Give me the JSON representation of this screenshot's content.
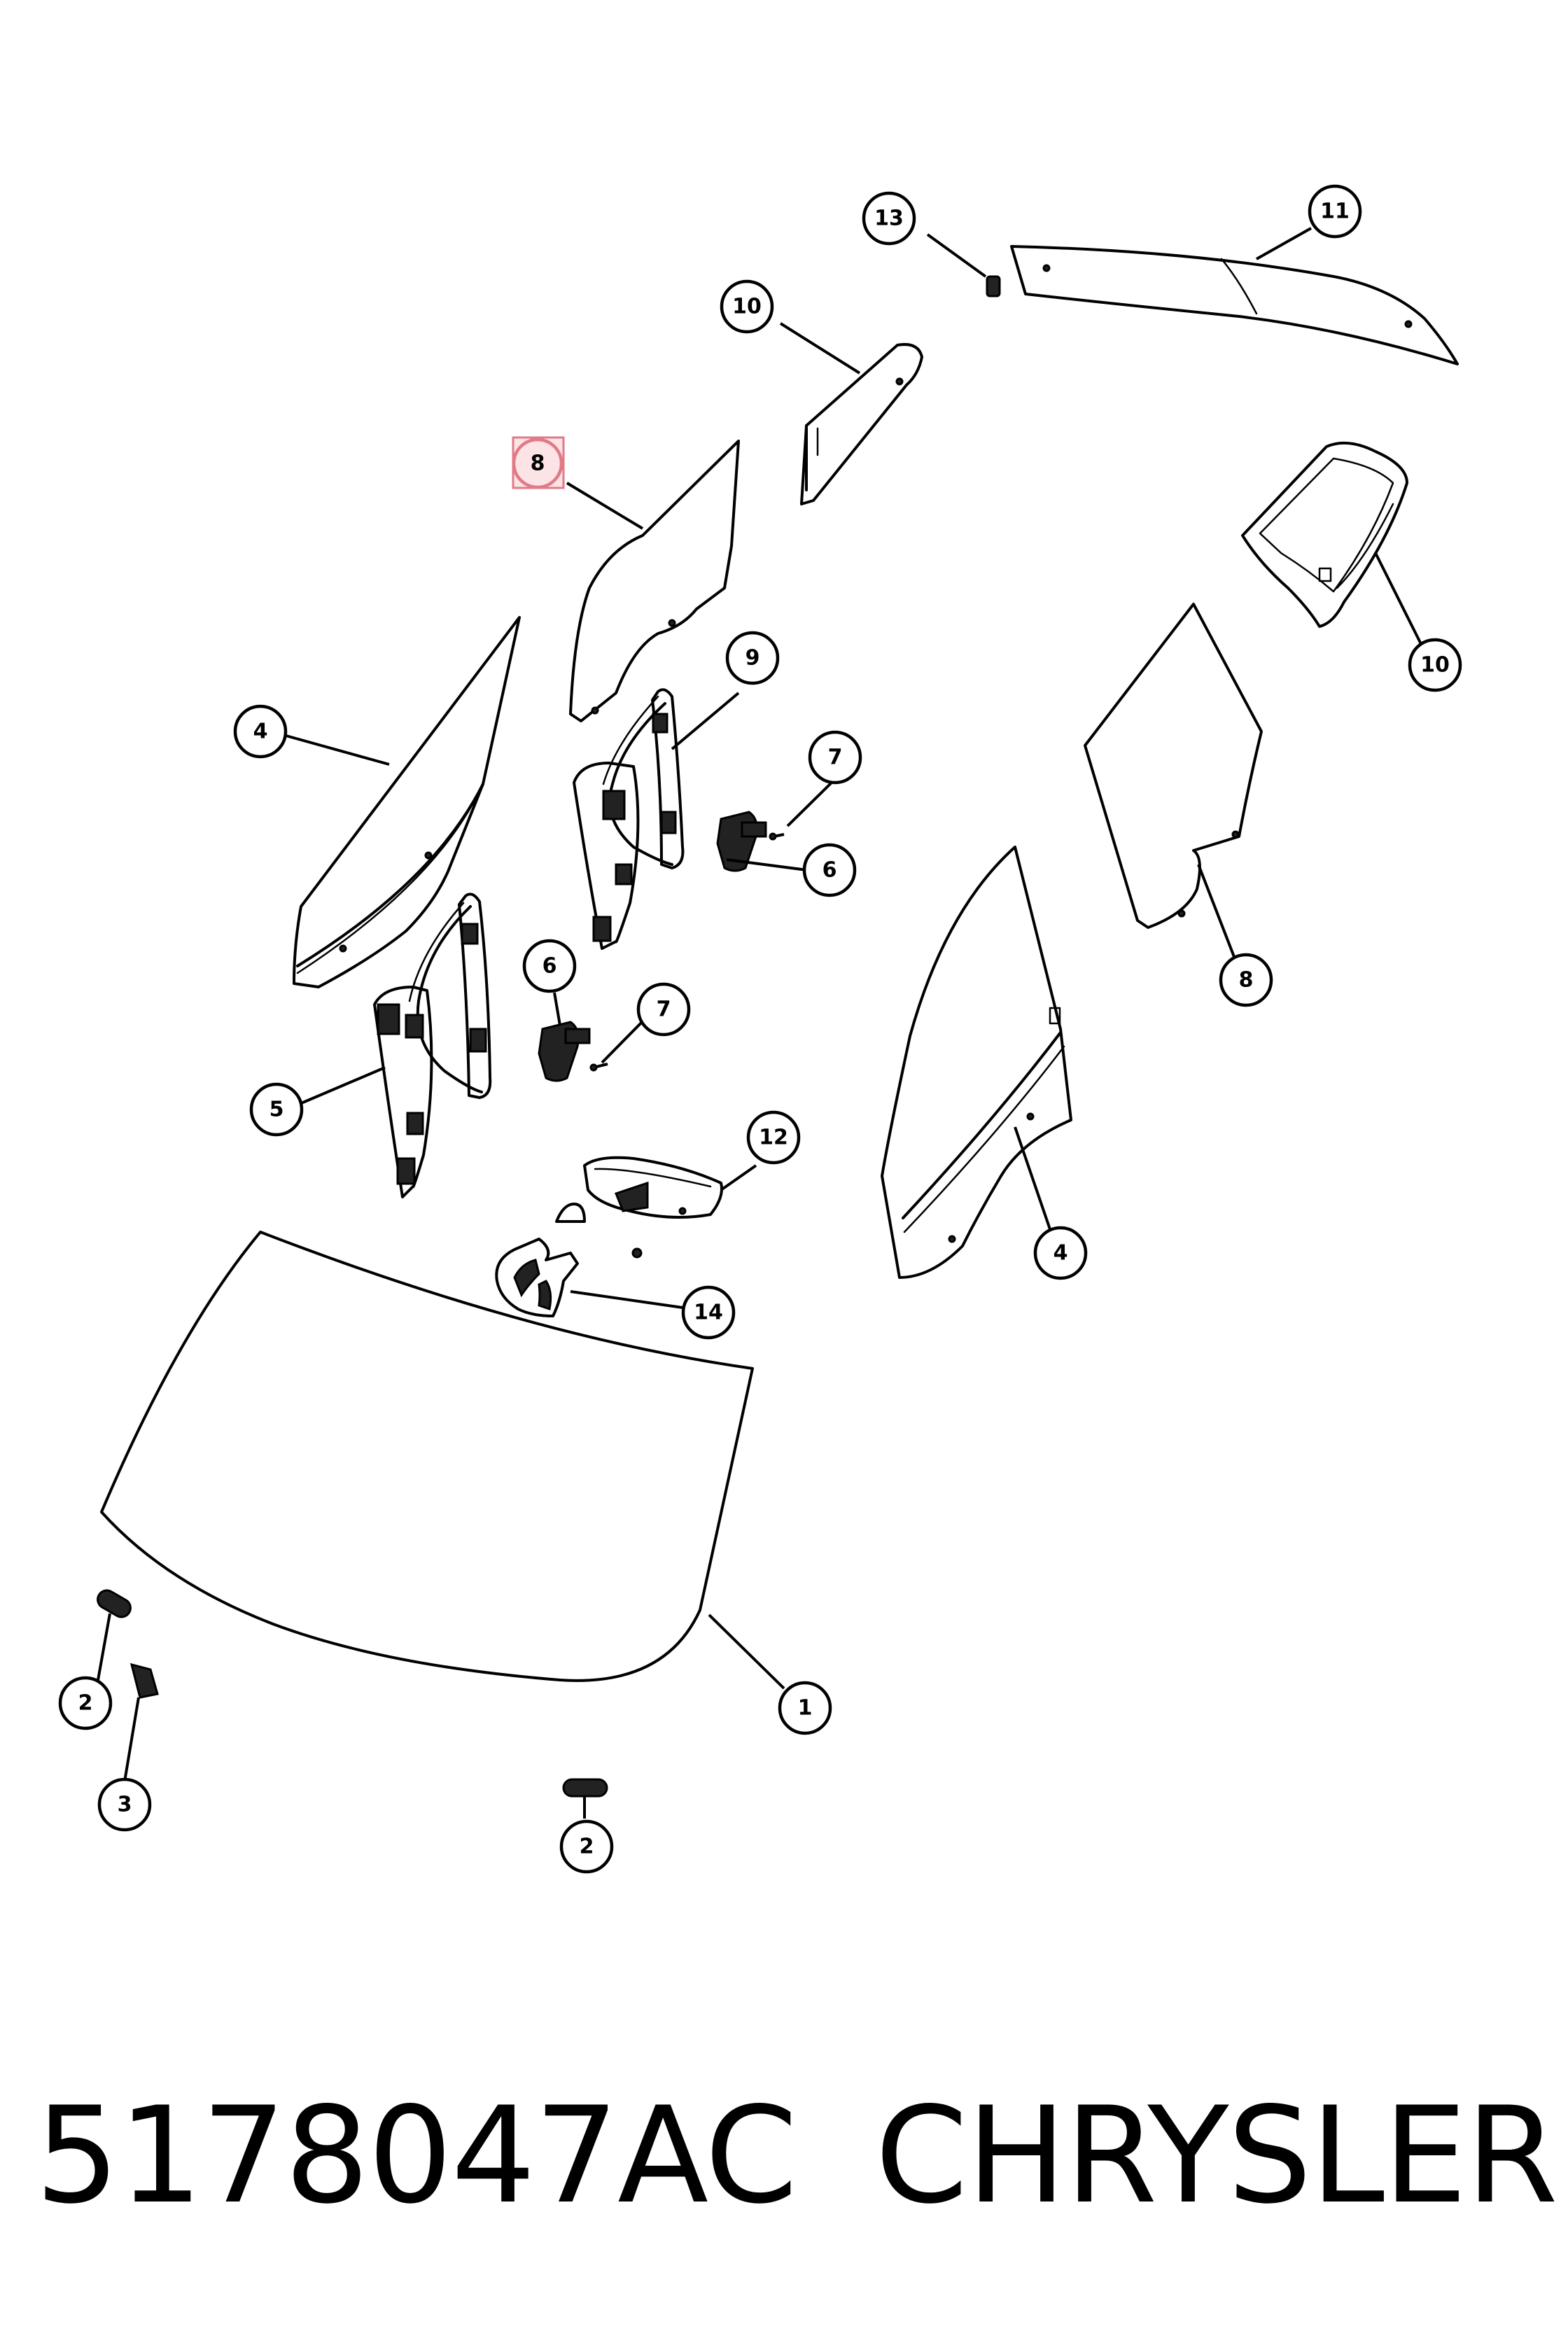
{
  "diagram": {
    "callouts": {
      "c1": "1",
      "c2a": "2",
      "c2b": "2",
      "c3": "3",
      "c4a": "4",
      "c4b": "4",
      "c5": "5",
      "c6a": "6",
      "c6b": "6",
      "c7a": "7",
      "c7b": "7",
      "c8a": "8",
      "c8b": "8",
      "c9": "9",
      "c10a": "10",
      "c10b": "10",
      "c11": "11",
      "c12": "12",
      "c13": "13",
      "c14": "14"
    },
    "highlighted_callout": "8",
    "highlight_color": "#fbe3e6"
  },
  "footer": {
    "part_number": "5178047AC",
    "brand": "CHRYSLER"
  }
}
